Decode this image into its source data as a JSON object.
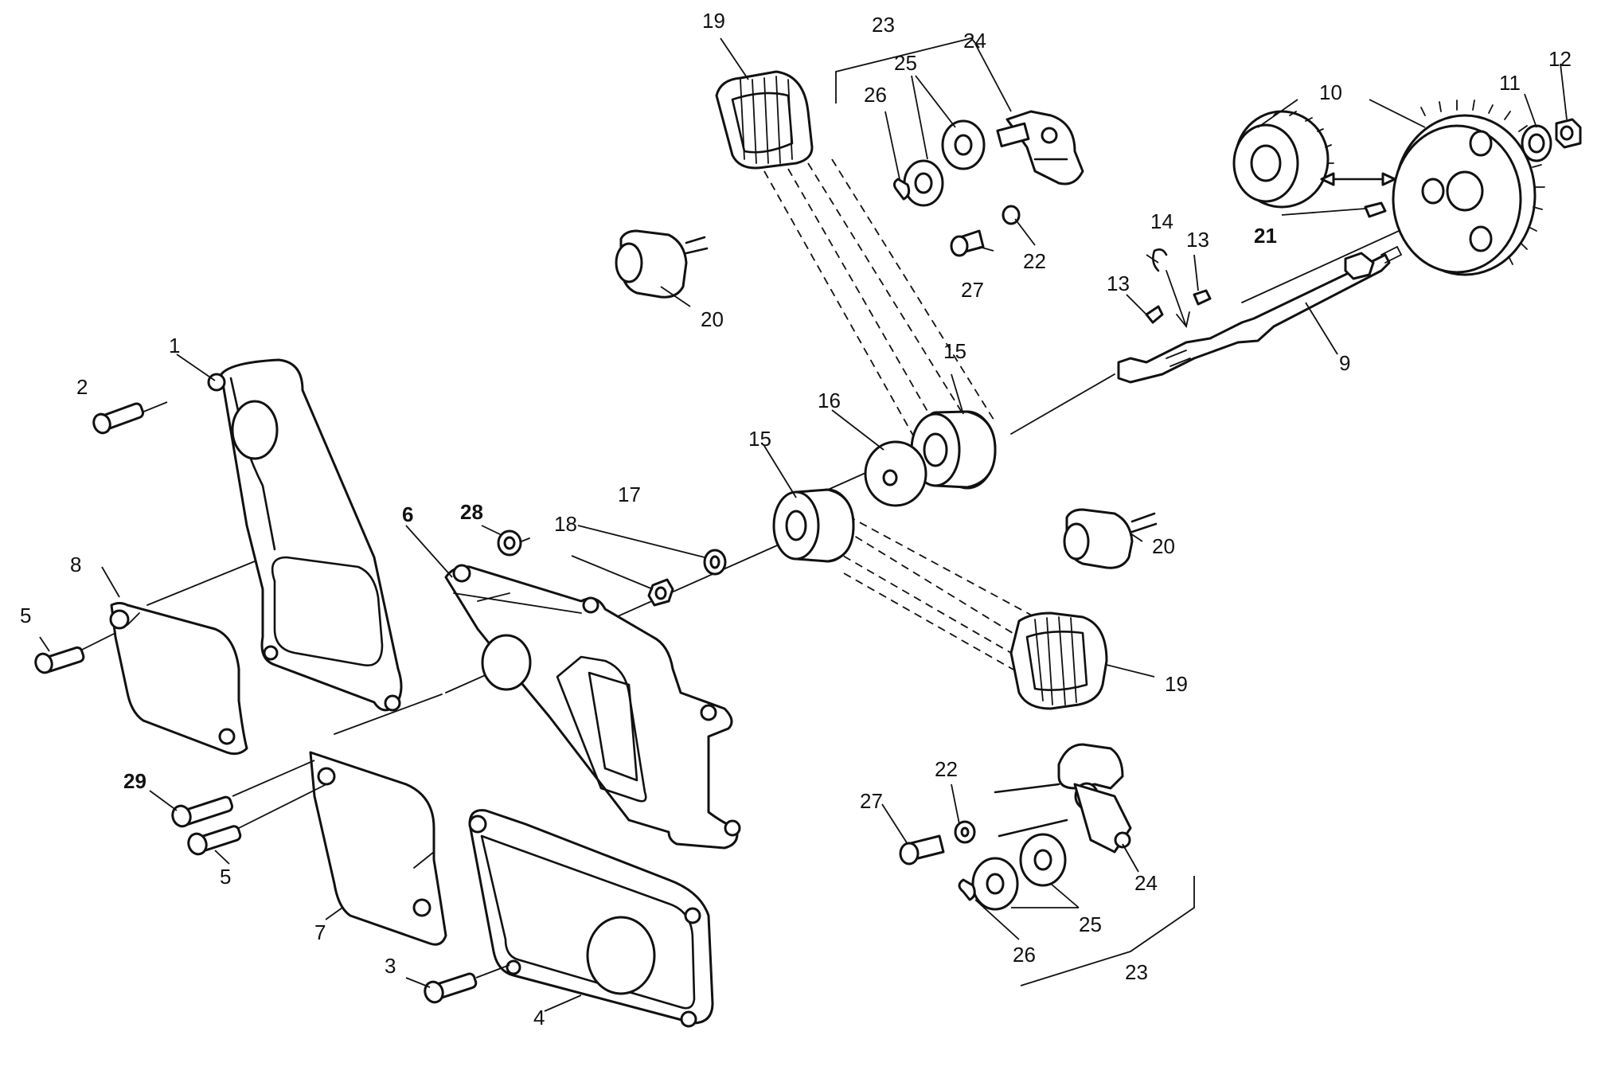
{
  "labels": {
    "l1": "1",
    "l2": "2",
    "l3": "3",
    "l4": "4",
    "l5a": "5",
    "l5b": "5",
    "l6": "6",
    "l7": "7",
    "l8": "8",
    "l9": "9",
    "l10": "10",
    "l11": "11",
    "l12": "12",
    "l13a": "13",
    "l13b": "13",
    "l14": "14",
    "l15a": "15",
    "l15b": "15",
    "l16": "16",
    "l17": "17",
    "l18": "18",
    "l19a": "19",
    "l19b": "19",
    "l20a": "20",
    "l20b": "20",
    "l21": "21",
    "l22a": "22",
    "l22b": "22",
    "l23a": "23",
    "l23b": "23",
    "l24a": "24",
    "l24b": "24",
    "l25a": "25",
    "l25b": "25",
    "l26a": "26",
    "l26b": "26",
    "l27a": "27",
    "l27b": "27",
    "l28": "28",
    "l29": "29"
  }
}
